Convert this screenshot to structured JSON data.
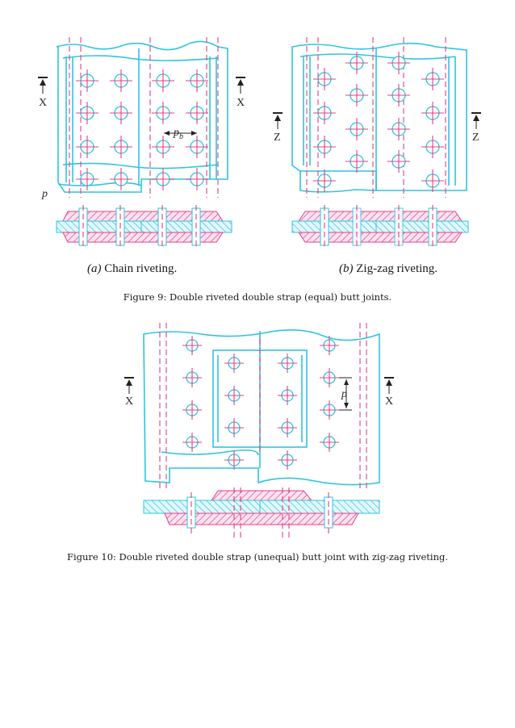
{
  "figure9": {
    "sub_a": {
      "label": "(a)",
      "text": "Chain riveting."
    },
    "sub_b": {
      "label": "(b)",
      "text": "Zig-zag riveting."
    },
    "caption": "Figure 9: Double riveted double strap (equal) butt joints.",
    "marks_a": {
      "left": "X",
      "right": "X",
      "pitch_b": "p",
      "pitch_b_sub": "b",
      "pitch": "p"
    },
    "marks_b": {
      "left": "Z",
      "right": "Z"
    }
  },
  "figure10": {
    "caption": "Figure 10: Double riveted double strap (unequal) butt joint with zig-zag riveting.",
    "marks": {
      "left": "X",
      "right": "X",
      "pitch": "p"
    }
  },
  "colors": {
    "plate": "#2ec4e0",
    "centerline": "#e0408a",
    "text": "#1a1a1a"
  }
}
